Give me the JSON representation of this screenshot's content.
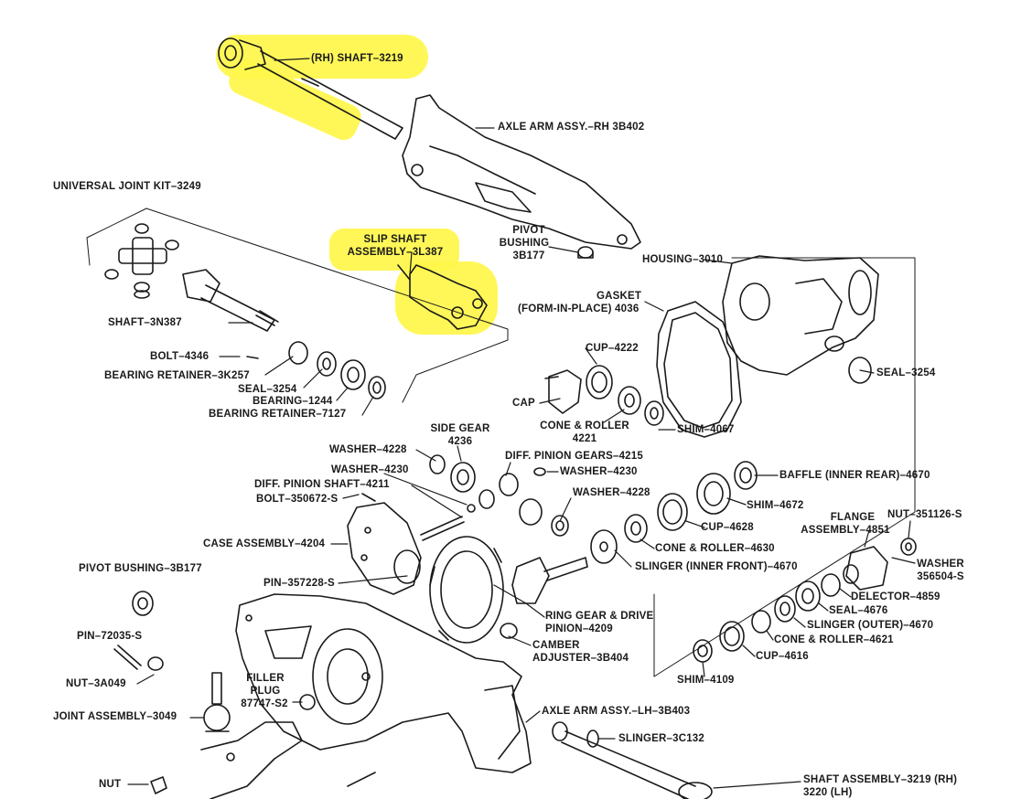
{
  "highlight_color": "#fff64a",
  "line_color": "#1a1a1a",
  "parts": {
    "rh_shaft": "(RH) SHAFT–3219",
    "axle_arm_rh": "AXLE ARM ASSY.–RH 3B402",
    "universal_joint_kit": "UNIVERSAL JOINT KIT–3249",
    "slip_shaft_1": "SLIP SHAFT",
    "slip_shaft_2": "ASSEMBLY–3L387",
    "pivot_1": "PIVOT",
    "pivot_2": "BUSHING",
    "pivot_3": "3B177",
    "housing": "HOUSING–3010",
    "gasket_1": "GASKET",
    "gasket_2": "(FORM-IN-PLACE) 4036",
    "shaft_3n387": "SHAFT–3N387",
    "bolt_4346": "BOLT–4346",
    "bearing_retainer_3k257": "BEARING RETAINER–3K257",
    "seal_3254_left": "SEAL–3254",
    "bearing_1244": "BEARING–1244",
    "bearing_retainer_7127": "BEARING RETAINER–7127",
    "cup_4222": "CUP–4222",
    "cap": "CAP",
    "cone_roller_4221_1": "CONE & ROLLER",
    "cone_roller_4221_2": "4221",
    "shim_4067": "SHIM–4067",
    "seal_3254_right": "SEAL–3254",
    "side_gear_1": "SIDE GEAR",
    "side_gear_2": "4236",
    "washer_4228_top": "WASHER–4228",
    "diff_pinion_gears": "DIFF. PINION GEARS–4215",
    "washer_4230_left": "WASHER–4230",
    "washer_4230_right": "WASHER–4230",
    "diff_pinion_shaft": "DIFF. PINION SHAFT–4211",
    "bolt_350672": "BOLT–350672-S",
    "washer_4228_mid": "WASHER–4228",
    "baffle": "BAFFLE (INNER REAR)–4670",
    "shim_4672": "SHIM–4672",
    "flange_1": "FLANGE",
    "flange_2": "ASSEMBLY–4851",
    "nut_351126": "NUT–351126-S",
    "case_assembly": "CASE ASSEMBLY–4204",
    "cup_4628": "CUP–4628",
    "cone_roller_4630": "CONE & ROLLER–4630",
    "slinger_inner_front": "SLINGER (INNER FRONT)–4670",
    "washer_356504_1": "WASHER",
    "washer_356504_2": "356504-S",
    "pivot_bushing_3b177": "PIVOT BUSHING–3B177",
    "pin_357228": "PIN–357228-S",
    "deflector_4859": "DELECTOR–4859",
    "seal_4676": "SEAL–4676",
    "ring_gear_1": "RING GEAR & DRIVE",
    "ring_gear_2": "PINION–4209",
    "slinger_outer": "SLINGER (OUTER)–4670",
    "cone_roller_4621": "CONE & ROLLER–4621",
    "pin_72035": "PIN–72035-S",
    "camber_1": "CAMBER",
    "camber_2": "ADJUSTER–3B404",
    "cup_4616": "CUP–4616",
    "nut_3a049": "NUT–3A049",
    "filler_1": "FILLER",
    "filler_2": "PLUG",
    "filler_3": "87747-S2",
    "shim_4109": "SHIM–4109",
    "joint_assembly": "JOINT ASSEMBLY–3049",
    "axle_arm_lh": "AXLE ARM ASSY.–LH–3B403",
    "slinger_3c132": "SLINGER–3C132",
    "nut": "NUT",
    "shaft_assembly_1": "SHAFT ASSEMBLY–3219 (RH)",
    "shaft_assembly_2": "3220 (LH)"
  }
}
